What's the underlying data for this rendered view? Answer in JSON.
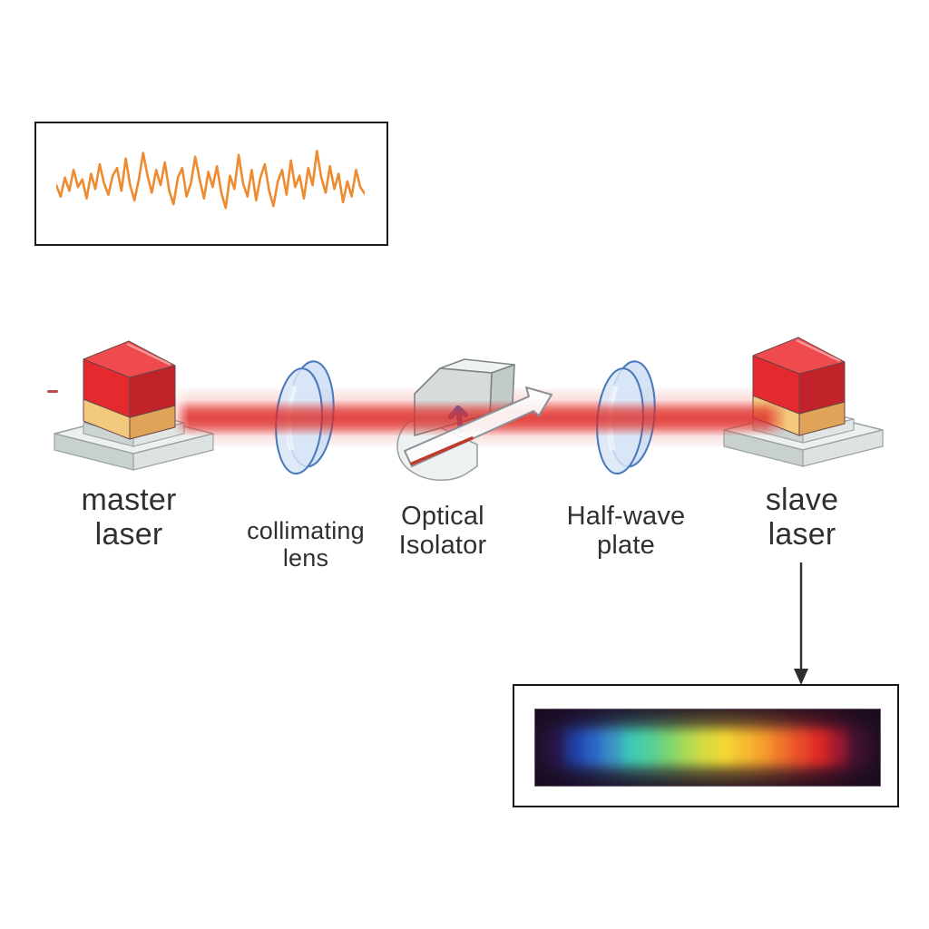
{
  "labels": {
    "master_laser": "master\nlaser",
    "collimating_lens": "collimating\nlens",
    "optical_isolator": "Optical\nIsolator",
    "half_wave_plate": "Half-wave\nplate",
    "slave_laser": "slave\nlaser"
  },
  "colors": {
    "beam_red": "#e0302a",
    "waveform_orange": "#ee8a2f",
    "lens_blue_stroke": "#4a79bc",
    "lens_blue_fill": "#c9dcf2",
    "laser_chip_red": "#e42a2f",
    "laser_chip_tan": "#f3c97e",
    "isolator_arrow_blue": "#3f6fd0",
    "outline_dark": "#2e2e2e",
    "spectrum_background": "#241027"
  },
  "noise_waveform": {
    "stroke": "#ee8a2f",
    "points": [
      46,
      58,
      38,
      52,
      30,
      48,
      40,
      60,
      34,
      50,
      24,
      44,
      56,
      36,
      28,
      52,
      18,
      46,
      62,
      40,
      12,
      36,
      54,
      30,
      46,
      22,
      52,
      66,
      38,
      28,
      58,
      44,
      16,
      40,
      60,
      32,
      48,
      26,
      54,
      70,
      36,
      50,
      14,
      44,
      58,
      30,
      62,
      38,
      24,
      52,
      68,
      42,
      30,
      56,
      20,
      48,
      36,
      60,
      28,
      46,
      10,
      38,
      54,
      26,
      50,
      34,
      64,
      42,
      58,
      30,
      48,
      55
    ]
  },
  "spectrum_bands": [
    "#2a164a",
    "#1f3fa0",
    "#2b63c8",
    "#3a93c4",
    "#3ec9b8",
    "#52d19b",
    "#7ad573",
    "#aeda55",
    "#d8dc3e",
    "#f4d834",
    "#f6bd2f",
    "#f5a02c",
    "#f0742a",
    "#e94b28",
    "#de2826",
    "#a01a30",
    "#451335"
  ]
}
